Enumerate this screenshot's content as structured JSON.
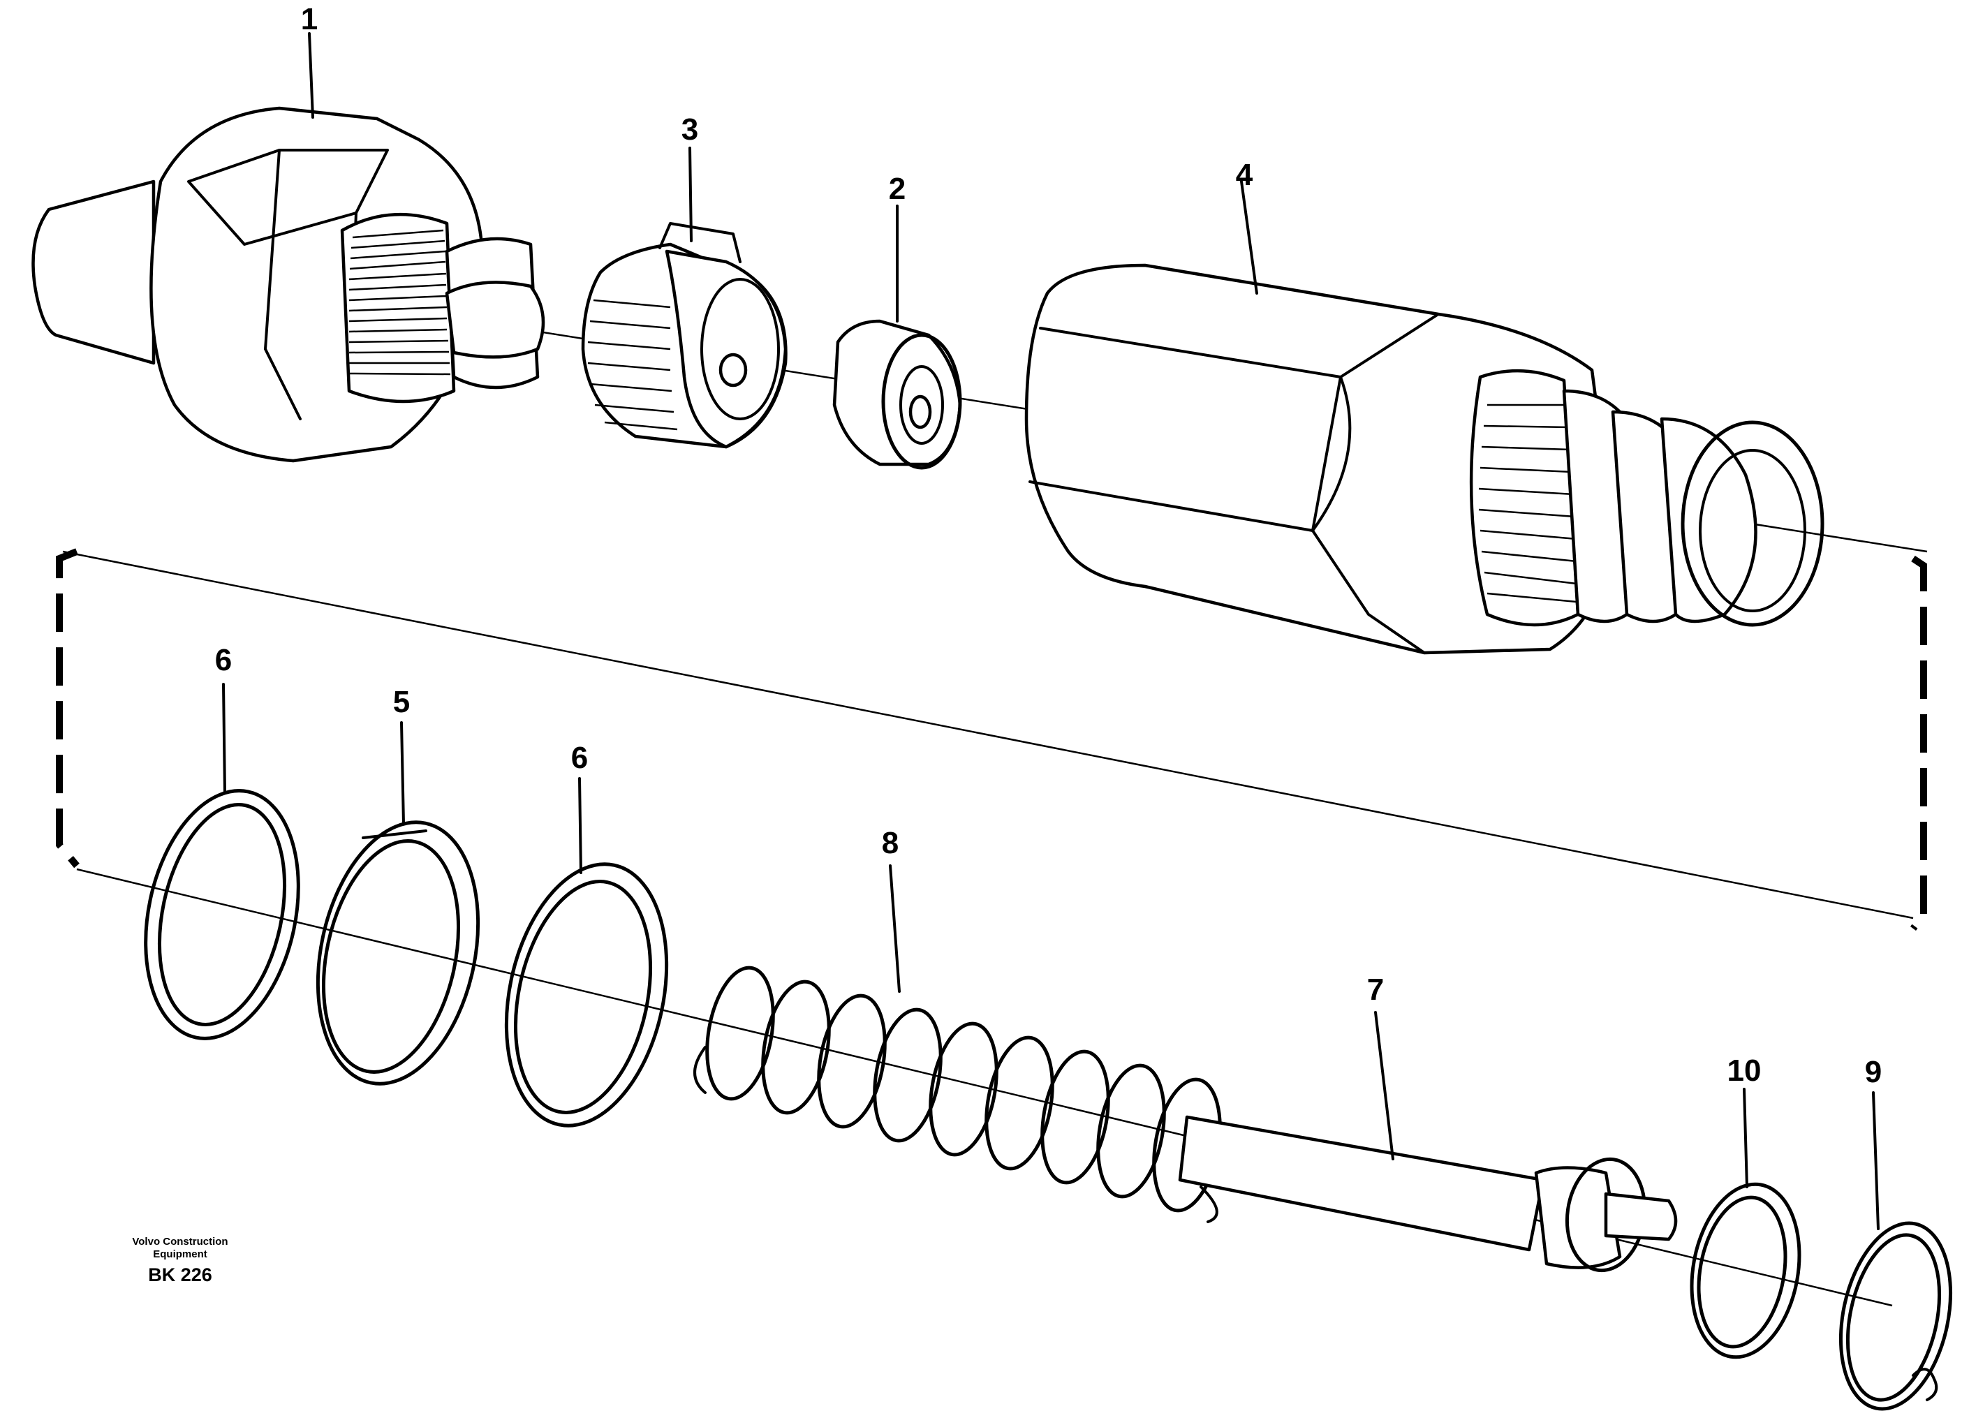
{
  "labels": {
    "p1": "1",
    "p2": "2",
    "p3": "3",
    "p4": "4",
    "p5": "5",
    "p6a": "6",
    "p6b": "6",
    "p7": "7",
    "p8": "8",
    "p9": "9",
    "p10": "10"
  },
  "footer": {
    "maker_line1": "Volvo Construction",
    "maker_line2": "Equipment",
    "code": "BK 226"
  }
}
